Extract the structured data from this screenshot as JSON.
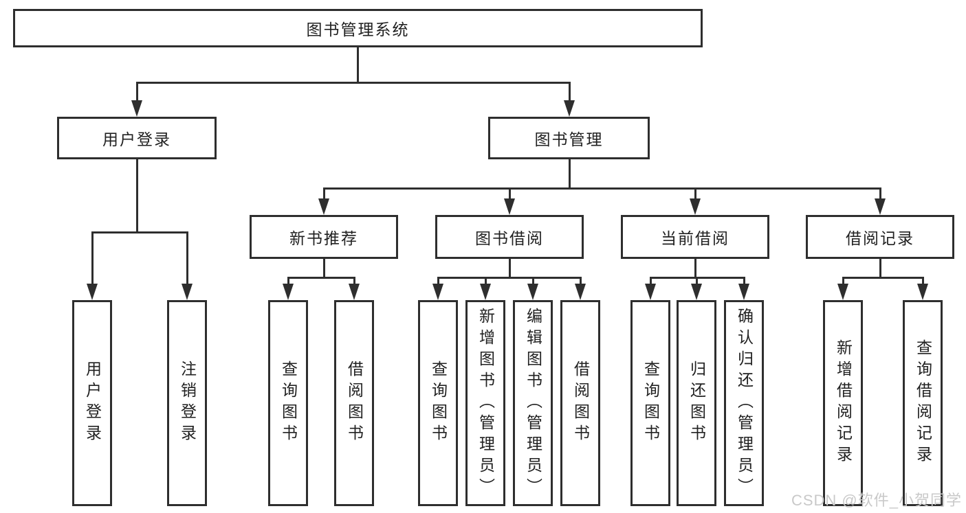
{
  "tree": {
    "root": {
      "label": "图书管理系统"
    },
    "branches": [
      {
        "label": "用户登录",
        "children": [
          {
            "label": "用户登录"
          },
          {
            "label": "注销登录"
          }
        ]
      },
      {
        "label": "图书管理",
        "children": [
          {
            "label": "新书推荐",
            "children": [
              {
                "label": "查询图书"
              },
              {
                "label": "借阅图书"
              }
            ]
          },
          {
            "label": "图书借阅",
            "children": [
              {
                "label": "查询图书"
              },
              {
                "label": "新增图书（管理员）"
              },
              {
                "label": "编辑图书（管理员）"
              },
              {
                "label": "借阅图书"
              }
            ]
          },
          {
            "label": "当前借阅",
            "children": [
              {
                "label": "查询图书"
              },
              {
                "label": "归还图书"
              },
              {
                "label": "确认归还（管理员）"
              }
            ]
          },
          {
            "label": "借阅记录",
            "children": [
              {
                "label": "新增借阅记录"
              },
              {
                "label": "查询借阅记录"
              }
            ]
          }
        ]
      }
    ]
  },
  "watermark": {
    "text": "CSDN @软件_小贺同学"
  },
  "colors": {
    "line": "#2e2e2e",
    "text": "#212121",
    "watermark": "#c9c9c9",
    "background": "#ffffff"
  }
}
